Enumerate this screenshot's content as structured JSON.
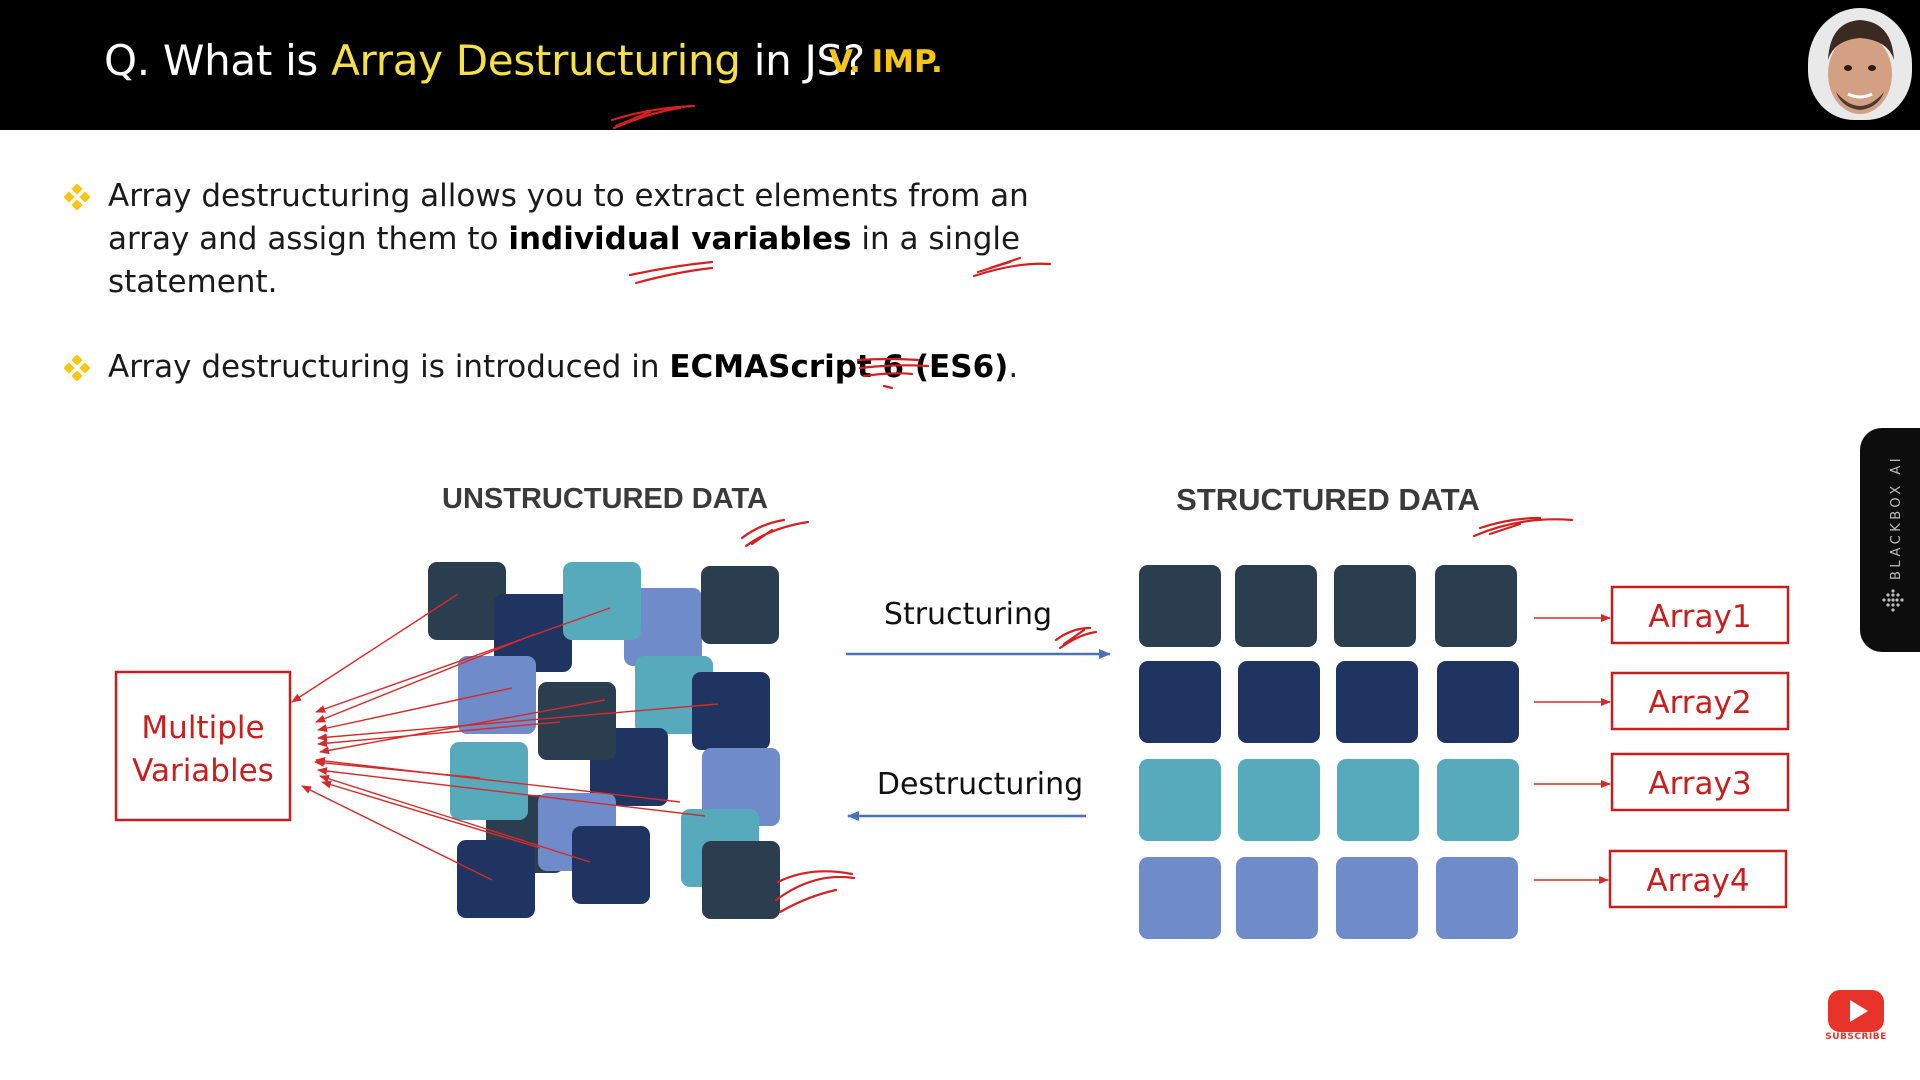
{
  "header": {
    "title_prefix": "Q. What is ",
    "title_highlight": "Array Destructuring",
    "title_suffix": " in JS?",
    "badge": "V. IMP."
  },
  "bullets": [
    {
      "before": "Array destructuring allows you to extract elements from an array and assign them to ",
      "bold": "individual variables",
      "after": " in a single statement."
    },
    {
      "before": "Array destructuring is introduced in ",
      "bold": "ECMAScript 6 (ES6)",
      "after": "."
    }
  ],
  "diagram": {
    "unstructured_title": "UNSTRUCTURED DATA",
    "structured_title": "STRUCTURED DATA",
    "multiple_variables": [
      "Multiple",
      "Variables"
    ],
    "structuring_label": "Structuring",
    "destructuring_label": "Destructuring",
    "arrays": [
      "Array1",
      "Array2",
      "Array3",
      "Array4"
    ]
  },
  "sidebar_widget": {
    "label": "BLACKBOX AI"
  },
  "youtube": {
    "label": "SUBSCRIBE"
  },
  "colors": {
    "header_bg": "#000000",
    "highlight_yellow": "#f5e04a",
    "badge_yellow": "#f5c518",
    "accent_red": "#c81e1e",
    "tile_dark_slate": "#2b3e50",
    "tile_navy": "#1f3460",
    "tile_teal": "#56aabc",
    "tile_periwinkle": "#6f8bca",
    "arrow_blue": "#4a72b8"
  },
  "icons": {
    "bullet": "four-diamond-bullet-icon",
    "presenter": "presenter-avatar",
    "blackbox": "blackbox-dots-icon",
    "youtube": "youtube-play-icon"
  }
}
